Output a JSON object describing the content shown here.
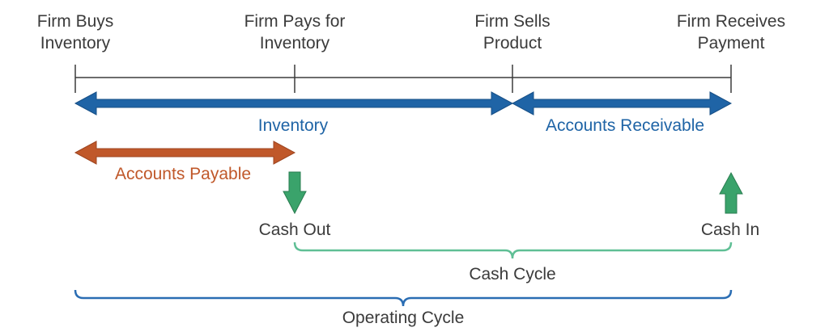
{
  "events": [
    {
      "line1": "Firm Buys",
      "line2": "Inventory"
    },
    {
      "line1": "Firm Pays for",
      "line2": "Inventory"
    },
    {
      "line1": "Firm Sells",
      "line2": "Product"
    },
    {
      "line1": "Firm Receives",
      "line2": "Payment"
    }
  ],
  "periods": {
    "inventory": "Inventory",
    "accounts_receivable": "Accounts Receivable",
    "accounts_payable": "Accounts Payable"
  },
  "cash": {
    "out": "Cash Out",
    "in": "Cash In"
  },
  "cycles": {
    "cash_cycle": "Cash Cycle",
    "operating_cycle": "Operating Cycle"
  },
  "colors": {
    "blue_arrow": "#1f64a6",
    "orange_arrow": "#c0582a",
    "green_arrow": "#3aa36b",
    "green_bracket": "#5fbf95",
    "blue_bracket": "#2a6db3",
    "timeline": "#3b3b3b",
    "text_blue": "#1f64a6",
    "text_orange": "#c0582a",
    "text_dark": "#3b3b3b"
  }
}
